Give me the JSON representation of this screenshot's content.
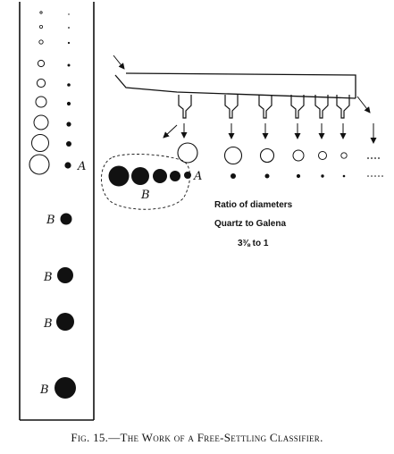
{
  "labels": {
    "a": "A",
    "b": "B"
  },
  "ratio": {
    "line1": "Ratio of diameters",
    "line2": "Quartz to Galena",
    "line3": "3⅜ to 1"
  },
  "caption": "Fig. 15.—The Work of a Free-Settling Classifier.",
  "colors": {
    "ink": "#111111",
    "paper": "#ffffff"
  }
}
